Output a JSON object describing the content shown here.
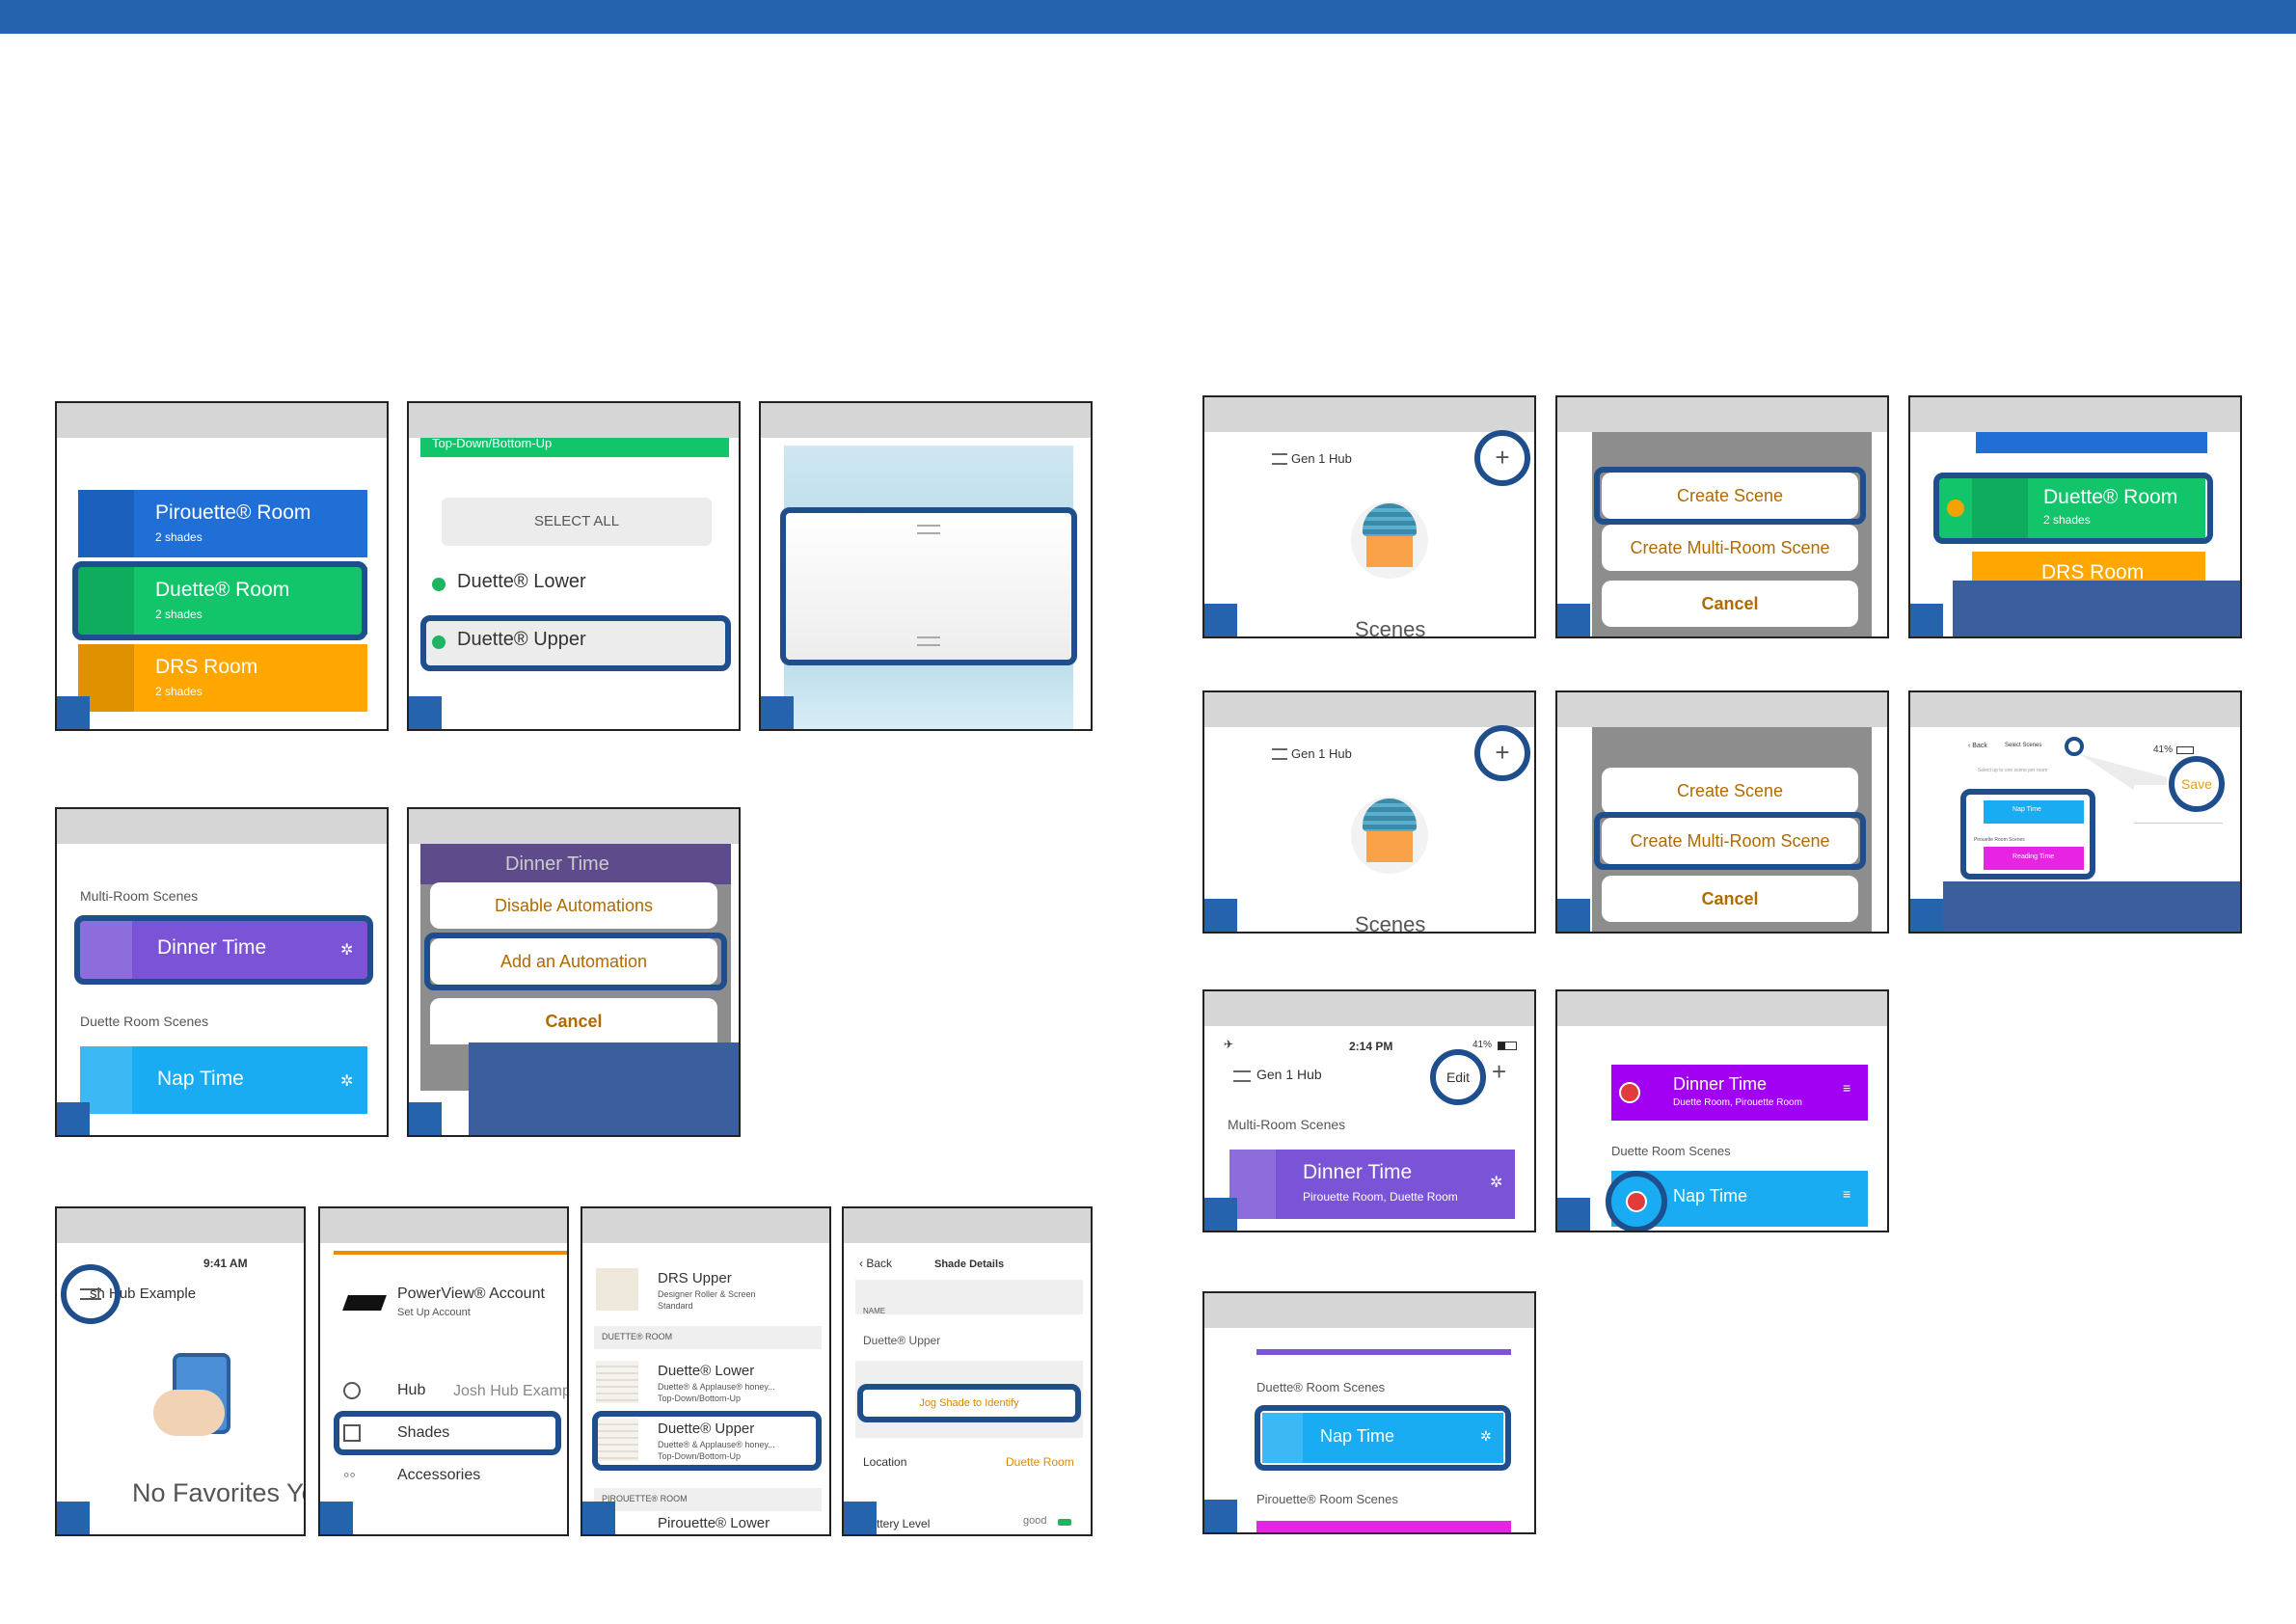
{
  "colors": {
    "brand": "#2563ac",
    "highlight": "#1f4e8c",
    "gray_header": "#d6d6d6"
  },
  "rooms": {
    "pirouette": {
      "name": "Pirouette® Room",
      "count": "2 shades"
    },
    "duette": {
      "name": "Duette® Room",
      "count": "2 shades"
    },
    "drs": {
      "name": "DRS Room",
      "count": "2 shades"
    }
  },
  "shade_select": {
    "header_partial": "Top-Down/Bottom-Up",
    "select_all": "SELECT ALL",
    "items": [
      "Duette® Lower",
      "Duette® Upper"
    ]
  },
  "scenes": {
    "multi_room_header": "Multi-Room Scenes",
    "duette_header": "Duette Room Scenes",
    "duette_header_reg": "Duette® Room Scenes",
    "pirouette_header": "Pirouette® Room Scenes",
    "dinner": "Dinner Time",
    "dinner_sub": "Pirouette Room, Duette Room",
    "dinner_sub_alt": "Duette Room, Pirouette Room",
    "nap": "Nap Time",
    "nap_partial": "Nap Time",
    "reading": "Reading Time"
  },
  "automation_menu": {
    "disable": "Disable Automations",
    "add": "Add an Automation",
    "cancel": "Cancel"
  },
  "home": {
    "time1": "9:41 AM",
    "hub_example": "Josh Hub Example",
    "hub_example_cut": "sh Hub Example",
    "no_favorites": "No Favorites Ye"
  },
  "menu": {
    "account_title": "PowerView® Account",
    "account_sub": "Set Up Account",
    "hub": "Hub",
    "hub_value": "Josh Hub Examp",
    "shades": "Shades",
    "accessories": "Accessories"
  },
  "shade_list": {
    "drs_upper": "DRS Upper",
    "drs_upper_sub": "Designer Roller & Screen",
    "drs_upper_sub2": "Standard",
    "duette_room_header": "DUETTE® ROOM",
    "duette_lower": "Duette® Lower",
    "duette_sub": "Duette® & Applause® honey...",
    "duette_sub2": "Top-Down/Bottom-Up",
    "duette_upper": "Duette® Upper",
    "pirouette_room_header": "PIROUETTE® ROOM",
    "pirouette_lower": "Pirouette® Lower"
  },
  "shade_details": {
    "back": "Back",
    "title": "Shade Details",
    "name_label": "NAME",
    "name_value": "Duette® Upper",
    "jog": "Jog Shade to Identify",
    "location_label": "Location",
    "location_value": "Duette Room",
    "battery_label": "ttery Level",
    "battery_value": "good"
  },
  "scenes_screen": {
    "hub": "Gen 1 Hub",
    "title": "Scenes",
    "plus": "+"
  },
  "create_menu": {
    "create": "Create Scene",
    "multi": "Create Multi-Room Scene",
    "cancel": "Cancel"
  },
  "select_scenes": {
    "back": "Back",
    "title": "Select Scenes",
    "battery": "41%",
    "save": "Save",
    "hint": "Select up to one scene per room",
    "pirouette_scenes": "Pirouette Room Scenes",
    "nap": "Nap Time",
    "reading": "Reading Time"
  },
  "edit_screen": {
    "time": "2:14 PM",
    "battery": "41%",
    "hub": "Gen 1 Hub",
    "edit": "Edit",
    "plus": "+",
    "multi_header": "Multi-Room Scenes"
  }
}
